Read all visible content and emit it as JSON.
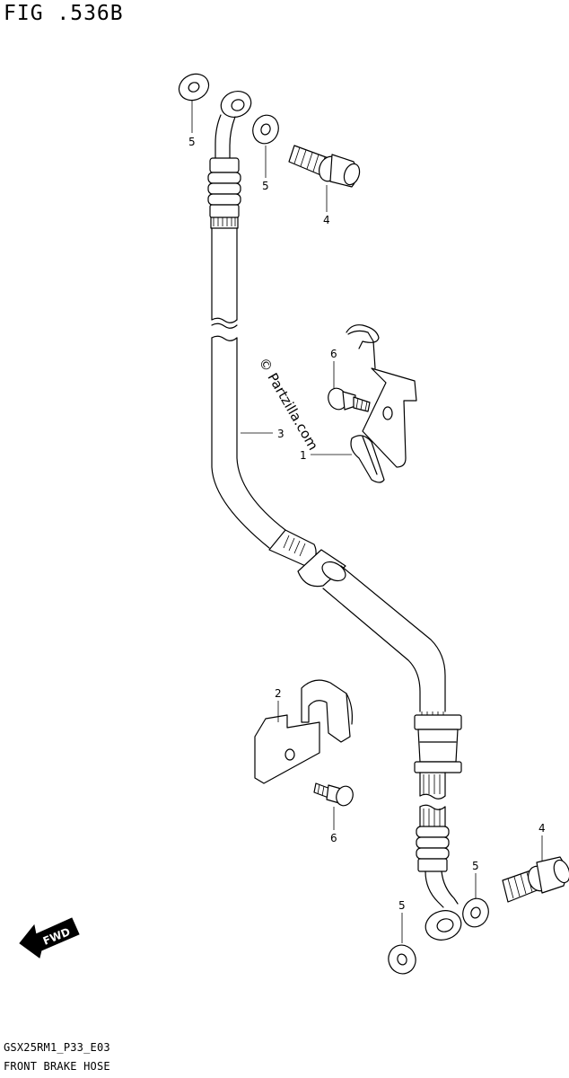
{
  "figure": {
    "title": "FIG .536B"
  },
  "footer": {
    "line1": "GSX25RM1_P33_E03",
    "line2": "FRONT BRAKE HOSE"
  },
  "watermark": "© Partzilla.com",
  "fwd_label": "FWD",
  "callouts": {
    "c1": "1",
    "c2": "2",
    "c3": "3",
    "c4a": "4",
    "c4b": "4",
    "c5a": "5",
    "c5b": "5",
    "c5c": "5",
    "c5d": "5",
    "c6a": "6",
    "c6b": "6"
  }
}
